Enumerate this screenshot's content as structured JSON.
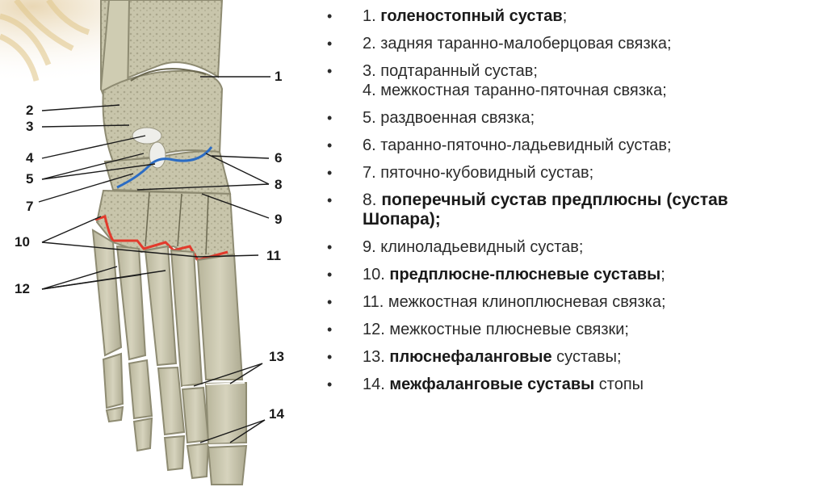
{
  "callouts": [
    "1",
    "2",
    "3",
    "4",
    "5",
    "6",
    "7",
    "8",
    "9",
    "10",
    "11",
    "12",
    "13",
    "14"
  ],
  "legend": [
    {
      "num": "1. ",
      "bold": "голеностопный сустав",
      "tail": ";"
    },
    {
      "num": "2. ",
      "text": "задняя таранно-малоберцовая связка;"
    },
    {
      "num": "3. ",
      "text": "подтаранный сустав;",
      "num2": "4. ",
      "text2": "межкостная таранно-пяточная связка;"
    },
    {
      "num": "5. ",
      "text": "раздвоенная связка;"
    },
    {
      "num": "6. ",
      "text": "таранно-пяточно-ладьевидный сустав;"
    },
    {
      "num": "7. ",
      "text": "пяточно-кубовидный сустав;"
    },
    {
      "num": "8. ",
      "bold1": "поперечный сустав предплюсны (сустав",
      "bold2": "Шопара);"
    },
    {
      "num": "9. ",
      "text": "клиноладьевидный сустав;"
    },
    {
      "num": "10. ",
      "bold": "предплюсне-плюсневые суставы",
      "tail": ";"
    },
    {
      "num": "11. ",
      "text": "межкостная клиноплюсневая связка;"
    },
    {
      "num": "12. ",
      "text": "межкостные плюсневые связки;"
    },
    {
      "num": "13. ",
      "bold": "плюснефаланговые",
      "tail": " суставы;"
    },
    {
      "num": "14. ",
      "bold": "межфаланговые суставы",
      "tail": " стопы"
    }
  ],
  "bullet": "•",
  "colors": {
    "blue_joint": "#2b6cc4",
    "red_joint": "#e23a2c",
    "bone": "#c9c6ae",
    "text": "#2b2b2b"
  }
}
